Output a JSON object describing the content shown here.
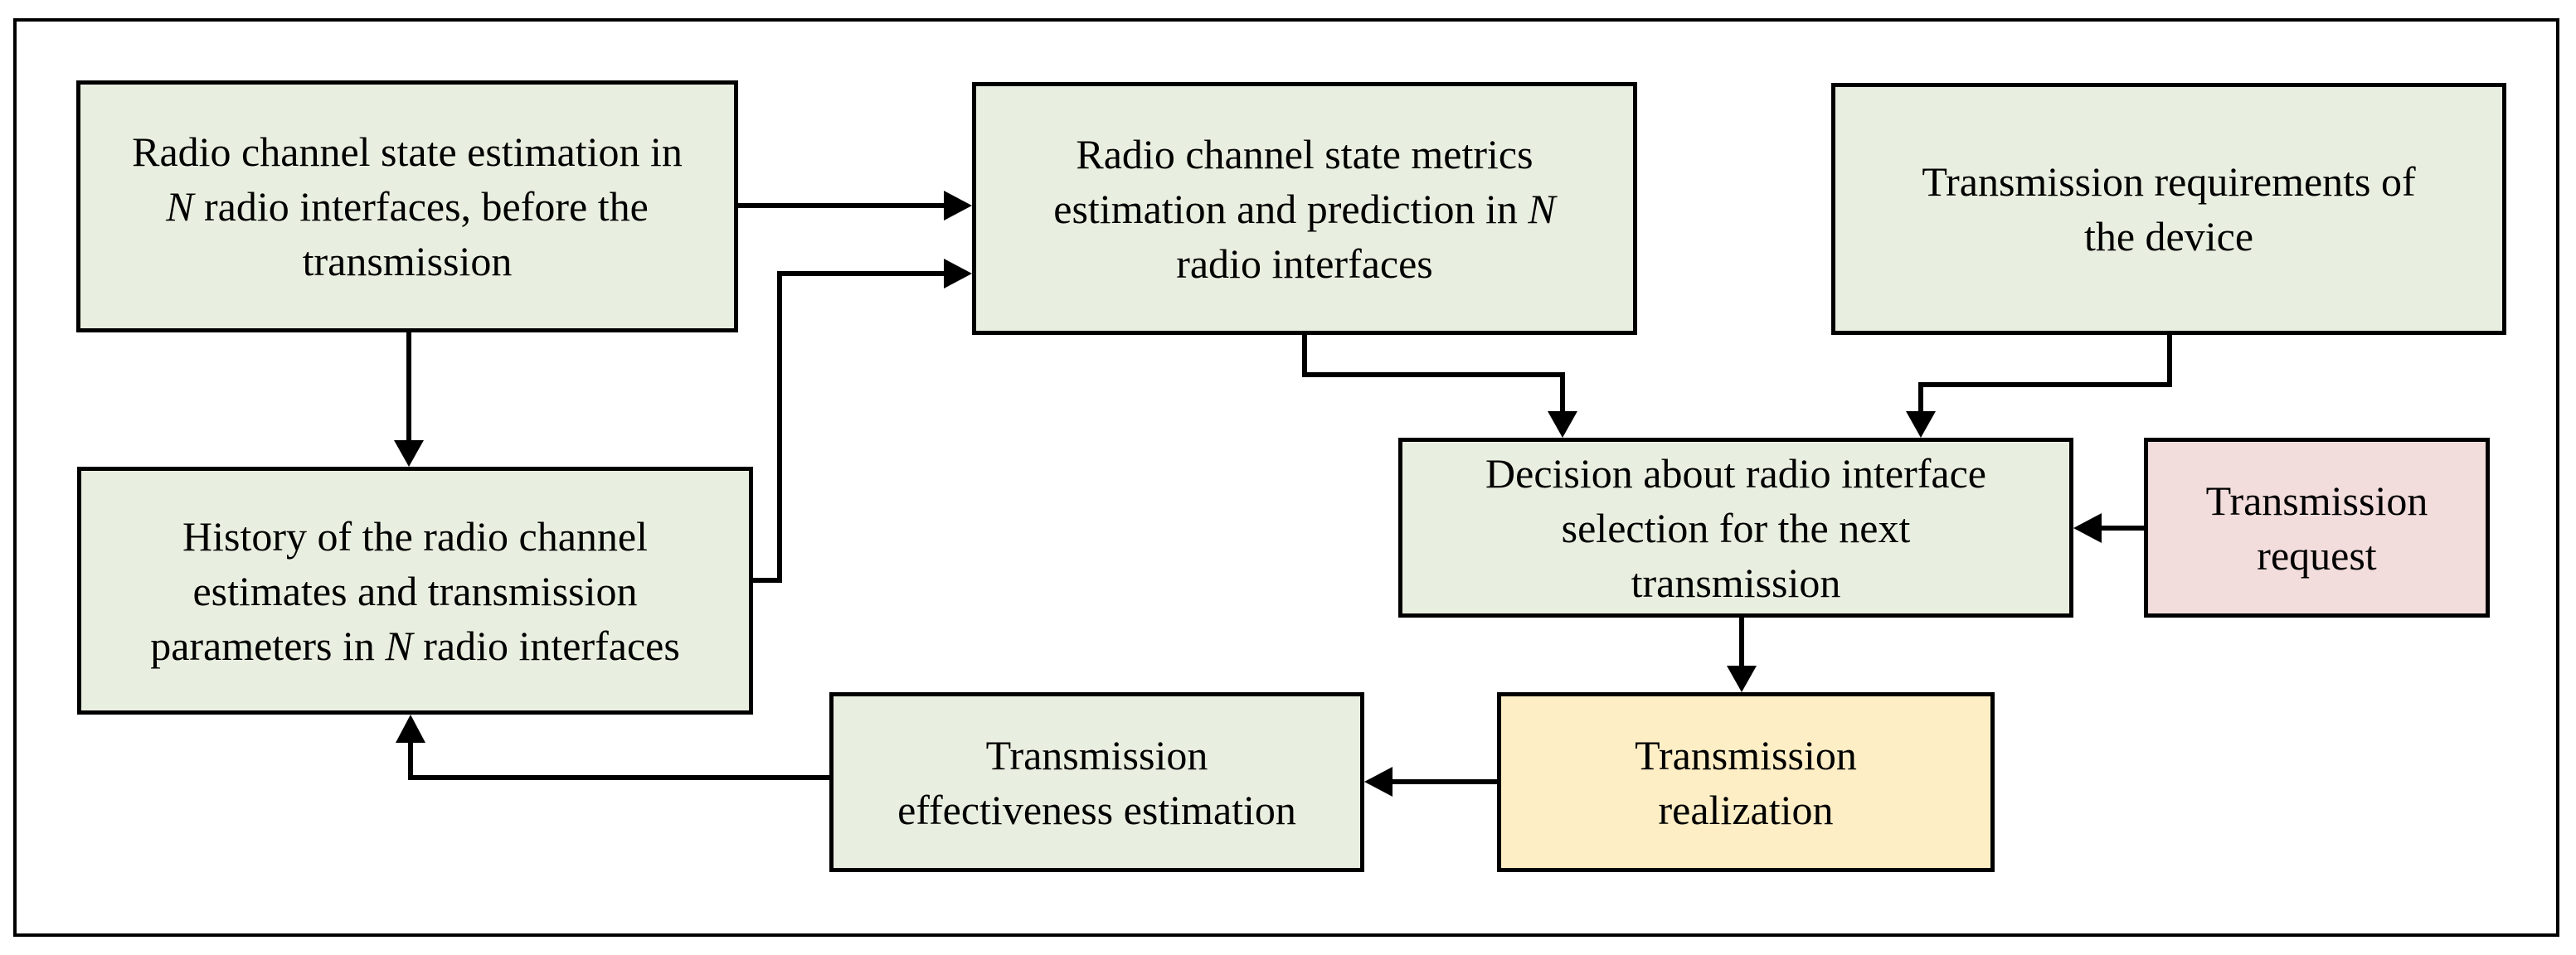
{
  "figure": {
    "type": "flowchart",
    "background": "#ffffff",
    "border_color": "#000000"
  },
  "colors": {
    "green": "#e9efe0",
    "yellow": "#fdeec5",
    "pink": "#f2dcdc",
    "line": "#000000",
    "text": "#000000"
  },
  "boxes": {
    "channel_state_estimation": {
      "color": "green",
      "line1": "Radio channel state estimation in",
      "line2_italic": "N",
      "line2": " radio interfaces, before the",
      "line3": "transmission"
    },
    "metrics_prediction": {
      "color": "green",
      "line1": "Radio channel state metrics",
      "line2": "estimation and prediction in ",
      "line2_italic": "N",
      "line3": "radio interfaces"
    },
    "transmission_requirements": {
      "color": "green",
      "line1": "Transmission requirements of",
      "line2": "the device"
    },
    "history": {
      "color": "green",
      "line1": "History of the radio channel",
      "line2": "estimates and transmission",
      "line3_pre": "parameters in ",
      "line3_italic": "N",
      "line3_post": " radio interfaces"
    },
    "decision": {
      "color": "green",
      "line1": "Decision about radio interface",
      "line2": "selection for the next",
      "line3": "transmission"
    },
    "transmission_request": {
      "color": "pink",
      "line1": "Transmission",
      "line2": "request"
    },
    "transmission_realization": {
      "color": "yellow",
      "line1": "Transmission",
      "line2": "realization"
    },
    "effectiveness_estimation": {
      "color": "green",
      "line1": "Transmission",
      "line2": "effectiveness estimation"
    }
  },
  "arrows": [
    {
      "from": "channel_state_estimation",
      "to": "metrics_prediction"
    },
    {
      "from": "channel_state_estimation",
      "to": "history"
    },
    {
      "from": "history",
      "to": "metrics_prediction"
    },
    {
      "from": "metrics_prediction",
      "to": "decision"
    },
    {
      "from": "transmission_requirements",
      "to": "decision"
    },
    {
      "from": "transmission_request",
      "to": "decision"
    },
    {
      "from": "decision",
      "to": "transmission_realization"
    },
    {
      "from": "transmission_realization",
      "to": "effectiveness_estimation"
    },
    {
      "from": "effectiveness_estimation",
      "to": "history"
    }
  ]
}
